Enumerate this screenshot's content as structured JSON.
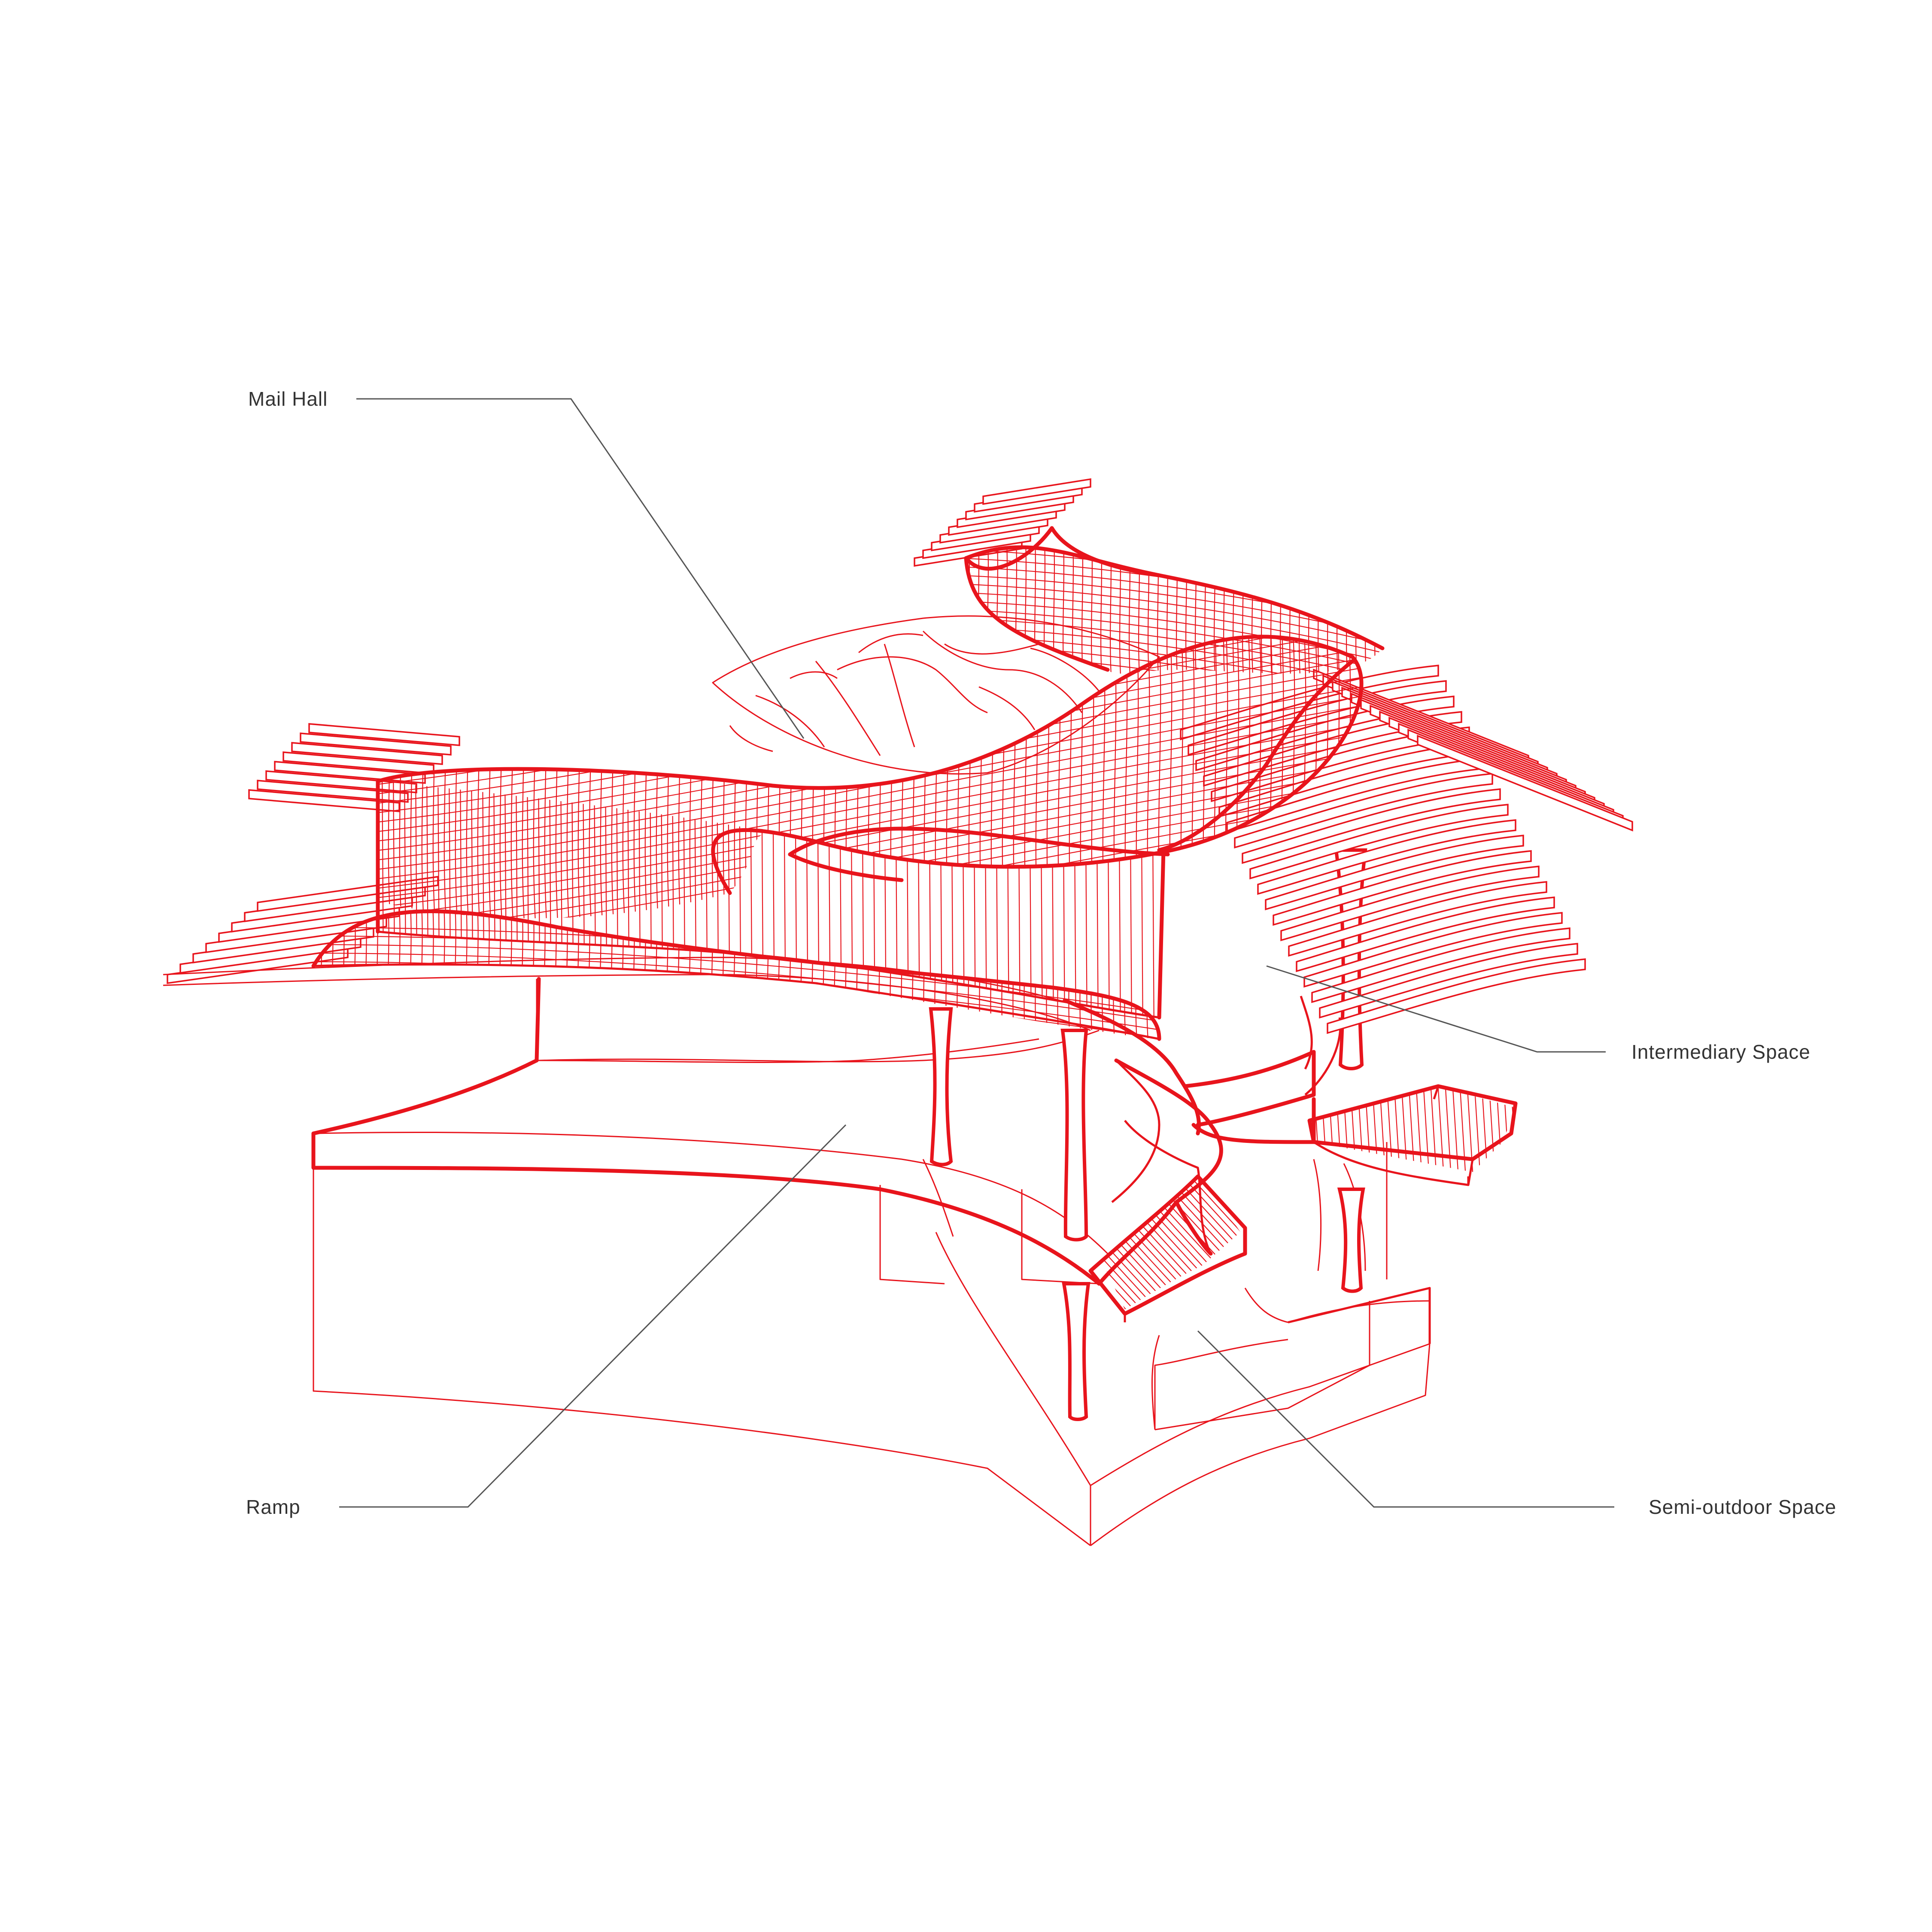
{
  "labels": {
    "mail_hall": "Mail Hall",
    "intermediary_space": "Intermediary Space",
    "ramp": "Ramp",
    "semi_outdoor_space": "Semi-outdoor Space"
  },
  "colors": {
    "line": "#e8141c",
    "label_text": "#333333",
    "leader": "#555555",
    "background": "#ffffff"
  }
}
